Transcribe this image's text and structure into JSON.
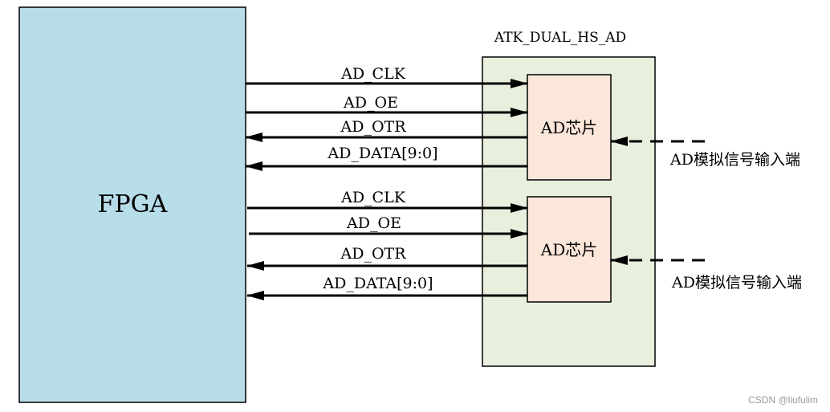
{
  "fpga": {
    "label": "FPGA"
  },
  "board": {
    "label": "ATK_DUAL_HS_AD"
  },
  "channels": [
    {
      "chip_label": "AD芯片",
      "input_label": "AD模拟信号输入端",
      "signals": [
        {
          "label": "AD_CLK",
          "direction": "to_chip"
        },
        {
          "label": "AD_OE",
          "direction": "to_chip"
        },
        {
          "label": "AD_OTR",
          "direction": "to_fpga"
        },
        {
          "label": "AD_DATA[9:0]",
          "direction": "to_fpga"
        }
      ]
    },
    {
      "chip_label": "AD芯片",
      "input_label": "AD模拟信号输入端",
      "signals": [
        {
          "label": "AD_CLK",
          "direction": "to_chip"
        },
        {
          "label": "AD_OE",
          "direction": "to_chip"
        },
        {
          "label": "AD_OTR",
          "direction": "to_fpga"
        },
        {
          "label": "AD_DATA[9:0]",
          "direction": "to_fpga"
        }
      ]
    }
  ],
  "watermark": "CSDN @liufulim",
  "colors": {
    "fpga_fill": "#b7dde8",
    "board_fill": "#e8f0dd",
    "chip_fill": "#fbe6da",
    "line": "#000000"
  }
}
